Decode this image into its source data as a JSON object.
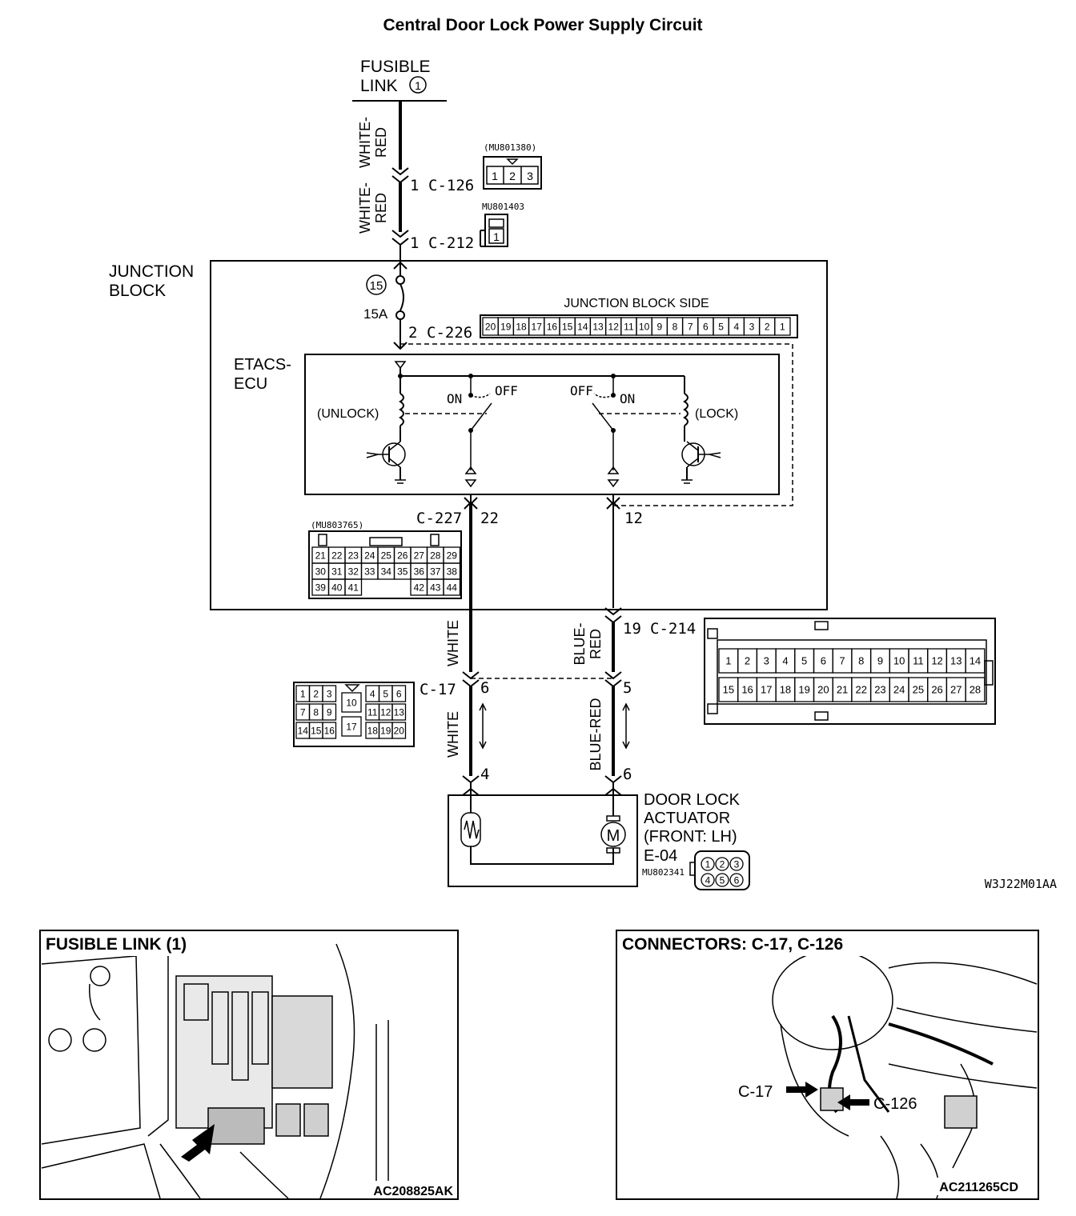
{
  "title": "Central Door Lock Power Supply Circuit",
  "fusible_link": {
    "line1": "FUSIBLE",
    "line2": "LINK",
    "number": "1"
  },
  "wires": {
    "white_red_top": [
      "WHITE-",
      "RED"
    ],
    "white_red_mid": [
      "WHITE-",
      "RED"
    ],
    "white_upper": "WHITE",
    "blue_red_upper": [
      "BLUE-",
      "RED"
    ],
    "white_lower": "WHITE",
    "blue_red_lower": "BLUE-RED"
  },
  "connectors": {
    "c126": {
      "pin": "1",
      "label": "C-126",
      "part": "(MU801380)",
      "pins": [
        "1",
        "2",
        "3"
      ]
    },
    "c212": {
      "pin": "1",
      "label": "C-212",
      "part": "MU801403",
      "pins": [
        "1"
      ]
    },
    "c226": {
      "pin": "2",
      "label": "C-226",
      "side_label": "JUNCTION BLOCK SIDE",
      "pins": [
        "20",
        "19",
        "18",
        "17",
        "16",
        "15",
        "14",
        "13",
        "12",
        "11",
        "10",
        "9",
        "8",
        "7",
        "6",
        "5",
        "4",
        "3",
        "2",
        "1"
      ]
    },
    "c227": {
      "label": "C-227",
      "pin_left": "22",
      "pin_right": "12",
      "part": "(MU803765)",
      "rows": [
        [
          "21",
          "22",
          "23",
          "24",
          "25",
          "26",
          "27",
          "28",
          "29"
        ],
        [
          "30",
          "31",
          "32",
          "33",
          "34",
          "35",
          "36",
          "37",
          "38"
        ],
        [
          "39",
          "40",
          "41",
          "",
          "",
          "",
          "42",
          "43",
          "44"
        ]
      ]
    },
    "c214": {
      "pin": "19",
      "label": "C-214",
      "rows": [
        [
          "1",
          "2",
          "3",
          "4",
          "5",
          "6",
          "7",
          "8",
          "9",
          "10",
          "11",
          "12",
          "13",
          "14"
        ],
        [
          "15",
          "16",
          "17",
          "18",
          "19",
          "20",
          "21",
          "22",
          "23",
          "24",
          "25",
          "26",
          "27",
          "28"
        ]
      ]
    },
    "c17": {
      "label": "C-17",
      "pin_left": "6",
      "pin_right": "5",
      "left_block": [
        [
          "1",
          "2",
          "3"
        ],
        [
          "7",
          "8",
          "9"
        ],
        [
          "14",
          "15",
          "16"
        ]
      ],
      "center_block": [
        "10",
        "17"
      ],
      "right_block": [
        [
          "4",
          "5",
          "6"
        ],
        [
          "11",
          "12",
          "13"
        ],
        [
          "18",
          "19",
          "20"
        ]
      ]
    },
    "e04": {
      "label": "E-04",
      "pin_left": "4",
      "pin_right": "6",
      "part": "MU802341",
      "pins": [
        "1",
        "2",
        "3",
        "4",
        "5",
        "6"
      ]
    }
  },
  "junction_block": {
    "label1": "JUNCTION",
    "label2": "BLOCK",
    "fuse_number": "15",
    "fuse_rating": "15A"
  },
  "etacs": {
    "label1": "ETACS-",
    "label2": "ECU",
    "unlock": "(UNLOCK)",
    "lock": "(LOCK)",
    "on": "ON",
    "off": "OFF"
  },
  "actuator": {
    "line1": "DOOR LOCK",
    "line2": "ACTUATOR",
    "line3": "(FRONT: LH)",
    "motor": "M"
  },
  "diagram_code": "W3J22M01AA",
  "photo_left": {
    "title": "FUSIBLE LINK (1)",
    "code": "AC208825AK"
  },
  "photo_right": {
    "title": "CONNECTORS: C-17, C-126",
    "arrow_left": "C-17",
    "arrow_right": "C-126",
    "code": "AC211265CD"
  }
}
